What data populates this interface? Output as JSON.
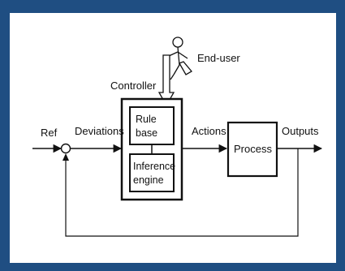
{
  "diagram": {
    "colors": {
      "frame": "#1f4e82",
      "background": "#ffffff",
      "ink": "#111111"
    },
    "labels": {
      "end_user": "End-user",
      "controller": "Controller",
      "ref": "Ref",
      "deviations": "Deviations",
      "rule_base_line1": "Rule",
      "rule_base_line2": "base",
      "inference_line1": "Inference",
      "inference_line2": "engine",
      "actions": "Actions",
      "process": "Process",
      "outputs": "Outputs"
    },
    "icons": {
      "end_user": "stick-figure-user-icon",
      "summing_junction": "summing-junction-icon"
    }
  }
}
